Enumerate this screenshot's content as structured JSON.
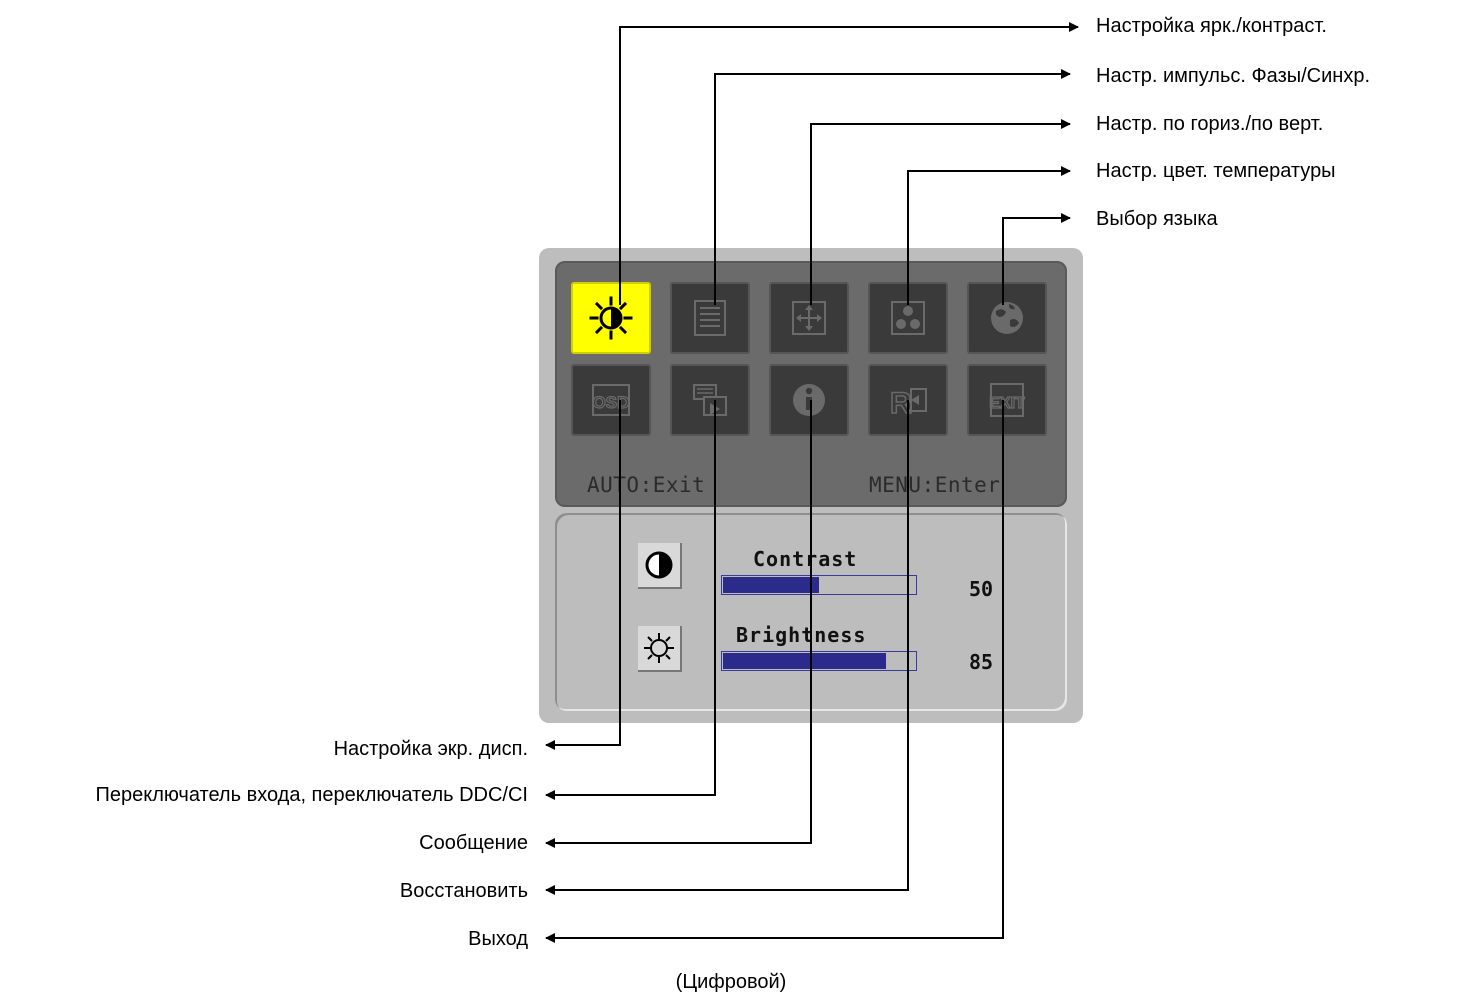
{
  "callouts_top": [
    {
      "text": "Настройка ярк./контраст.",
      "target": "brightness-contrast"
    },
    {
      "text": "Настр. импульс. Фазы/Синхр.",
      "target": "phase-clock"
    },
    {
      "text": "Настр. по гориз./по верт.",
      "target": "position"
    },
    {
      "text": "Настр. цвет. температуры",
      "target": "color-temp"
    },
    {
      "text": "Выбор языка",
      "target": "language"
    }
  ],
  "callouts_bottom": [
    {
      "text": "Настройка экр. дисп.",
      "target": "osd"
    },
    {
      "text": "Переключатель входа, переключатель DDC/CI",
      "target": "input-select"
    },
    {
      "text": "Сообщение",
      "target": "information"
    },
    {
      "text": "Восстановить",
      "target": "reset"
    },
    {
      "text": "Выход",
      "target": "exit"
    }
  ],
  "menu": {
    "row1_icons": [
      "brightness-contrast-icon",
      "phase-clock-icon",
      "position-icon",
      "color-temp-icon",
      "language-icon"
    ],
    "row2_icons": [
      "osd-icon",
      "input-select-icon",
      "information-icon",
      "reset-icon",
      "exit-icon"
    ],
    "hint_left": "AUTO:Exit",
    "hint_right": "MENU:Enter",
    "active_color": "#ffff00"
  },
  "adjustments": [
    {
      "label": "Contrast",
      "value": "50",
      "level": 0.5,
      "icon": "contrast-icon"
    },
    {
      "label": "Brightness",
      "value": "85",
      "level": 0.85,
      "icon": "sun-icon"
    }
  ],
  "caption": "(Цифровой)",
  "colors": {
    "bar_fill": "#2b2b8c",
    "menu_bg": "#6b6b6b",
    "osd_bg": "#bdbdbd"
  }
}
